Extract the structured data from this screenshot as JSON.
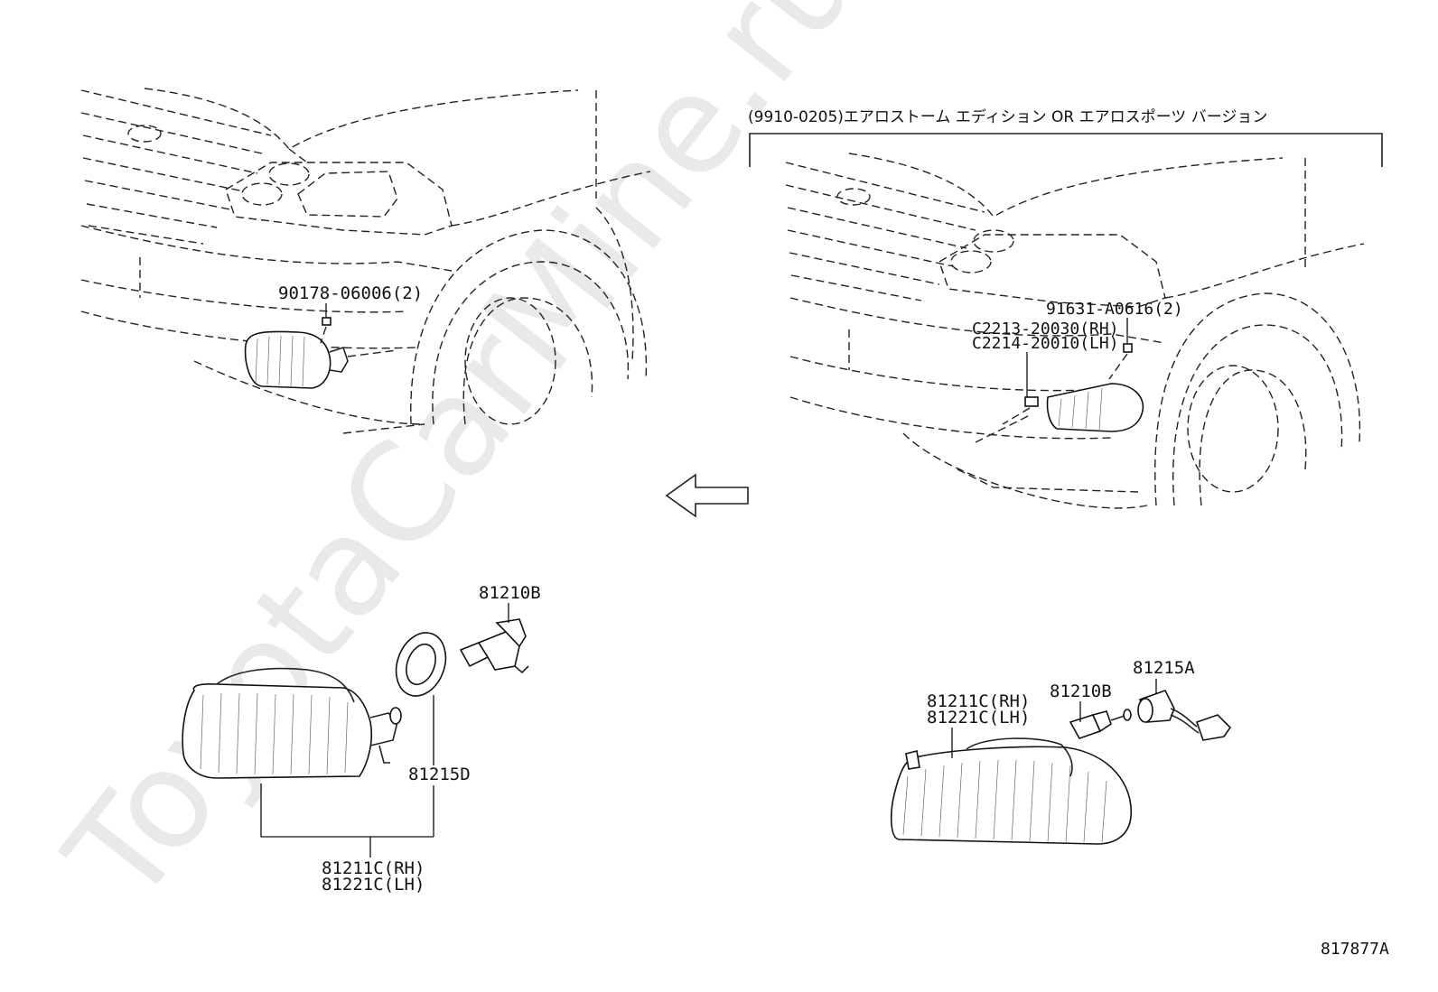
{
  "watermark": "ToyotaCarMine.ru",
  "diagram_number": "817877A",
  "variant_header": "(9910-0205)エアロストーム エディション OR エアロスポーツ バージョン",
  "labels": {
    "bolt_left": "90178-06006(2)",
    "bolt_right": "91631-A0616(2)",
    "clip_rh": "C2213-20030(RH)",
    "clip_lh": "C2214-20010(LH)",
    "bulb_left": "81210B",
    "seal": "81215D",
    "lamp_rh_left": "81211C(RH)",
    "lamp_lh_left": "81221C(LH)",
    "lamp_rh_right": "81211C(RH)",
    "lamp_lh_right": "81221C(LH)",
    "bulb_right": "81210B",
    "socket_right": "81215A"
  }
}
